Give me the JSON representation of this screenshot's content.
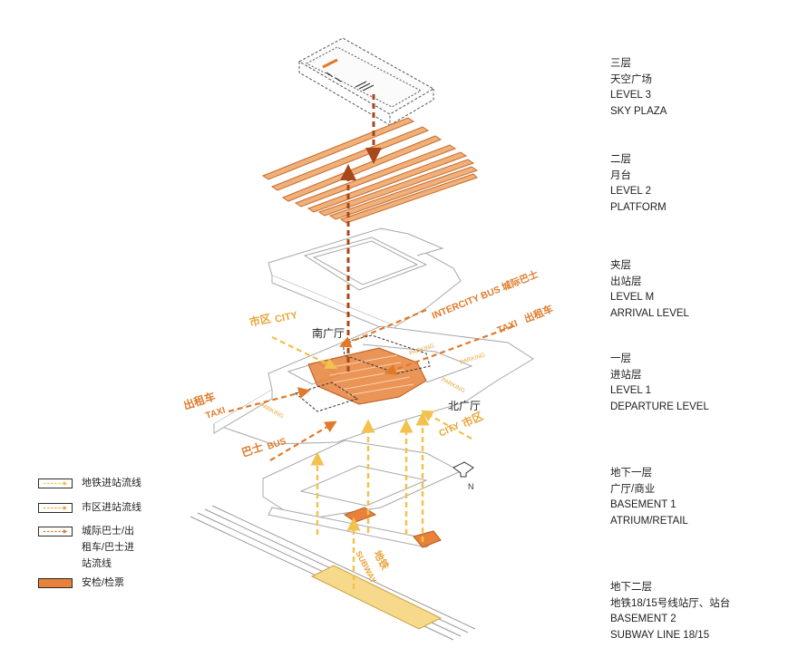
{
  "levels": [
    {
      "cn1": "三层",
      "cn2": "天空广场",
      "en1": "LEVEL 3",
      "en2": "SKY PLAZA"
    },
    {
      "cn1": "二层",
      "cn2": "月台",
      "en1": "LEVEL 2",
      "en2": "PLATFORM"
    },
    {
      "cn1": "夹层",
      "cn2": "出站层",
      "en1": "LEVEL M",
      "en2": "ARRIVAL LEVEL"
    },
    {
      "cn1": "一层",
      "cn2": "进站层",
      "en1": "LEVEL 1",
      "en2": "DEPARTURE LEVEL"
    },
    {
      "cn1": "地下一层",
      "cn2": "广厅/商业",
      "en1": "BASEMENT 1",
      "en2": "ATRIUM/RETAIL"
    },
    {
      "cn1": "地下二层",
      "cn2": "地铁18/15号线站厅、站台",
      "en1": "BASEMENT 2",
      "en2": "SUBWAY LINE 18/15"
    }
  ],
  "legend": {
    "subway": "地铁进站流线",
    "city": "市区进站流线",
    "intercity_l1": "城际巴士/出",
    "intercity_l2": "租车/巴士进",
    "intercity_l3": "站流线",
    "security": "安检/检票"
  },
  "labels": {
    "south_hall": "南广厅",
    "north_hall": "北广厅",
    "city_cn": "市区",
    "city_en": "CITY",
    "intercity_bus": "INTERCITY BUS 城际巴士",
    "taxi_en": "TAXI",
    "taxi_cn": "出租车",
    "bus_cn": "巴士",
    "bus_en": "BUS",
    "subway_cn": "地铁",
    "subway_en": "SUBWAY",
    "parking": "PARKING",
    "north": "N"
  },
  "colors": {
    "flow_orange": "#e07a2a",
    "flow_darkred": "#a8461c",
    "subway_yellow": "#f2c14e",
    "security_fill": "#e8813a",
    "slab_stroke": "#9a9a9a",
    "text_orange": "#e07a2a"
  }
}
